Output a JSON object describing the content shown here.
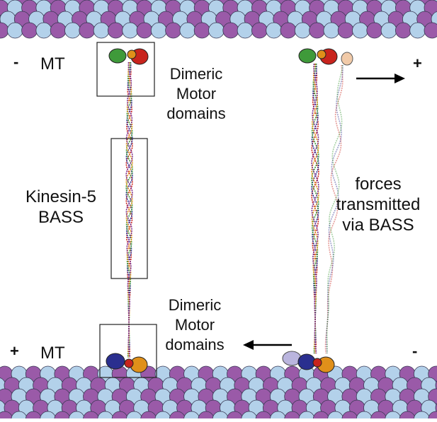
{
  "labels": {
    "mt_top": "MT",
    "mt_bottom": "MT",
    "sign_top_left": "-",
    "sign_top_right": "+",
    "sign_bottom_left": "+",
    "sign_bottom_right": "-",
    "motor_top": [
      "Dimeric",
      "Motor",
      "domains"
    ],
    "motor_bottom": [
      "Dimeric",
      "Motor",
      "domains"
    ],
    "bass": [
      "Kinesin-5",
      "BASS"
    ],
    "forces": [
      "forces",
      "transmitted",
      "via BASS"
    ]
  },
  "colors": {
    "tubulin_alpha": "#b3d1ea",
    "tubulin_beta": "#9a5aa8",
    "motor_green": "#3f9a3a",
    "motor_red": "#c8241d",
    "motor_orange": "#e0901a",
    "motor_navy": "#2a2f8f",
    "motor_ghost_orange": "#edb98c",
    "motor_ghost_purple": "#a9a3d6"
  },
  "icons": {
    "arrow_right": "arrow-right-icon",
    "arrow_left": "arrow-left-icon"
  }
}
